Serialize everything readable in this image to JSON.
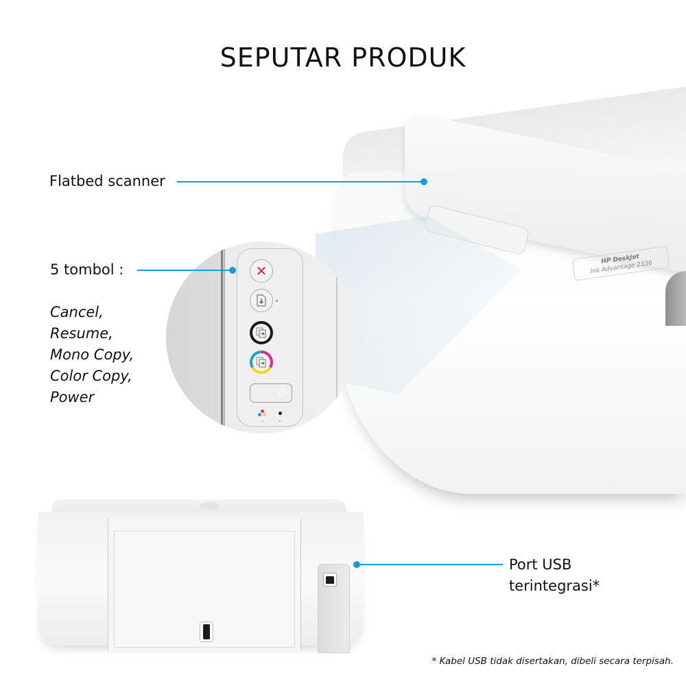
{
  "title": "SEPUTAR PRODUK",
  "callouts": {
    "scanner": {
      "label": "Flatbed scanner"
    },
    "buttons": {
      "label": "5 tombol :",
      "items": [
        "Cancel,",
        "Resume,",
        "Mono Copy,",
        "Color Copy,",
        "Power"
      ]
    },
    "usb": {
      "line1": "Port USB",
      "line2": "terintegrasi*"
    }
  },
  "product": {
    "brand_line": "HP DeskJet",
    "model_line": "Ink Advantage 2336"
  },
  "control_panel": {
    "cancel_glyph": "✕",
    "resume_glyph": "⇩",
    "mono_glyph": "⧉",
    "color_glyph": "⧉",
    "power_glyph": "⏻"
  },
  "footnote": "* Kabel USB tidak disertakan, dibeli secara terpisah.",
  "colors": {
    "accent_line": "#1a9bd7",
    "cancel_red": "#d9253a",
    "magenta": "#e0288a",
    "yellow": "#f2d51a",
    "cyan": "#1aa3d8",
    "black": "#1a1a1a"
  }
}
